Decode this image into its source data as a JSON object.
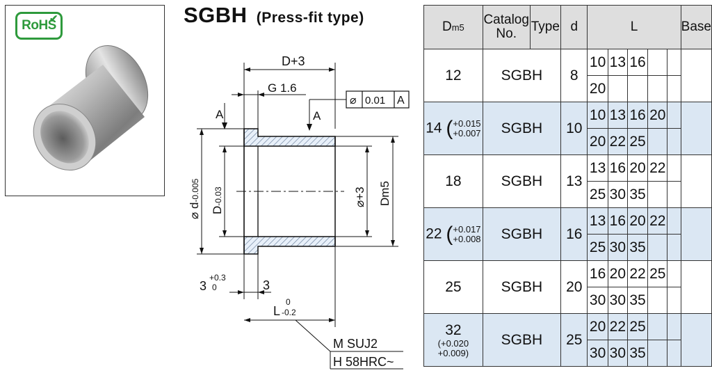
{
  "badge": {
    "text": "RoHS",
    "check": "✔"
  },
  "header": {
    "title": "SGBH",
    "subtitle": "(Press-fit type)"
  },
  "drawing": {
    "dim_top": "D+3",
    "dim_g": "G 1.6",
    "tolerance_symbol": "⌀",
    "tolerance_value": "0.01",
    "tolerance_datum": "A",
    "datum_left": "A",
    "datum_right": "A",
    "left_dia_prefix": "⌀ d",
    "left_dia_tol": "-0.005",
    "inner_d": "D",
    "inner_d_tol": "-0.03",
    "right_dia": "⌀+3",
    "dm_label": "Dm5",
    "flange_dim": "3",
    "flange_tol_top": "+0.3",
    "flange_tol_bottom": "0",
    "flange_thk": "3",
    "length": "L",
    "length_tol_top": "0",
    "length_tol_bottom": "-0.2",
    "material": "M SUJ2",
    "hardness": "H 58HRC~"
  },
  "table": {
    "headers": {
      "dm": "D",
      "dm_sub": "m5",
      "catalog_line1": "Catalog",
      "catalog_line2": "No.",
      "type": "Type",
      "d": "d",
      "l": "L",
      "base": "Base"
    },
    "rows": [
      {
        "dm": "12",
        "tol_top": "",
        "tol_bottom": "",
        "type": "SGBH",
        "d": "8",
        "l1": [
          "10",
          "13",
          "16",
          ""
        ],
        "l2": [
          "20",
          "",
          "",
          ""
        ],
        "shade": false
      },
      {
        "dm": "14",
        "tol_top": "+0.015",
        "tol_bottom": "+0.007",
        "type": "SGBH",
        "d": "10",
        "l1": [
          "10",
          "13",
          "16",
          "20"
        ],
        "l2": [
          "20",
          "22",
          "25",
          ""
        ],
        "shade": true
      },
      {
        "dm": "18",
        "tol_top": "",
        "tol_bottom": "",
        "type": "SGBH",
        "d": "13",
        "l1": [
          "13",
          "16",
          "20",
          "22"
        ],
        "l2": [
          "25",
          "30",
          "35",
          ""
        ],
        "shade": false
      },
      {
        "dm": "22",
        "tol_top": "+0.017",
        "tol_bottom": "+0.008",
        "type": "SGBH",
        "d": "16",
        "l1": [
          "13",
          "16",
          "20",
          "22"
        ],
        "l2": [
          "25",
          "30",
          "35",
          ""
        ],
        "shade": true
      },
      {
        "dm": "25",
        "tol_top": "",
        "tol_bottom": "",
        "type": "SGBH",
        "d": "20",
        "l1": [
          "16",
          "20",
          "22",
          "25"
        ],
        "l2": [
          "30",
          "30",
          "35",
          ""
        ],
        "shade": false
      },
      {
        "dm": "32",
        "tol_top": "+0.020",
        "tol_bottom": "+0.009",
        "type": "SGBH",
        "d": "25",
        "l1": [
          "20",
          "22",
          "25",
          ""
        ],
        "l2": [
          "30",
          "30",
          "35",
          ""
        ],
        "shade": true
      }
    ]
  }
}
